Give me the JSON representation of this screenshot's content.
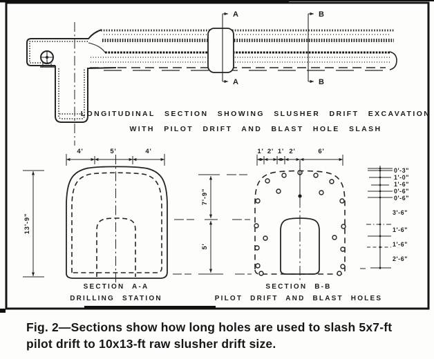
{
  "figure": {
    "caption_line1": "Fig. 2—Sections show how long holes are used to slash 5x7-ft",
    "caption_line2": "pilot drift to 10x13-ft raw slusher drift size."
  },
  "longitudinal": {
    "title_line1": "LONGITUDINAL SECTION SHOWING SLUSHER DRIFT EXCAVATION",
    "title_line2": "WITH PILOT DRIFT AND BLAST HOLE SLASH",
    "marker_a": "A",
    "marker_b": "B"
  },
  "section_aa": {
    "title": "SECTION A-A",
    "subtitle": "DRILLING STATION",
    "dim_top": [
      "4'",
      "5'",
      "4'"
    ],
    "dim_height": "13'-9\""
  },
  "mid_dims": {
    "upper": "7'-9\"",
    "lower": "5'"
  },
  "section_bb": {
    "title": "SECTION B-B",
    "subtitle": "PILOT DRIFT AND BLAST HOLES",
    "dim_top": [
      "1'",
      "2'",
      "1'",
      "2'",
      "6'"
    ],
    "hole_spacings": [
      "0'-3\"",
      "1'-0\"",
      "1'-6\"",
      "0'-6\"",
      "0'-6\"",
      "3'-6\"",
      "1'-6\"",
      "1'-6\"",
      "2'-6\""
    ]
  },
  "colors": {
    "ink": "#242424",
    "paper": "#fdfdfc"
  }
}
